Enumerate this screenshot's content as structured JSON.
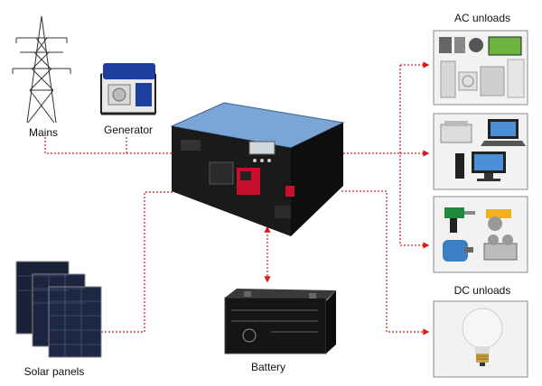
{
  "labels": {
    "mains": "Mains",
    "generator": "Generator",
    "solar_panels": "Solar panels",
    "battery": "Battery",
    "ac_unloads": "AC unloads",
    "dc_unloads": "DC unloads"
  },
  "colors": {
    "flow_line": "#d21a1a",
    "inverter_top": "#7aa6d6",
    "inverter_body": "#141414",
    "terminal_red": "#c8102e",
    "panel_bg": "#f2f2f2",
    "panel_border": "#8a8a8a",
    "label_text": "#111111"
  },
  "icons": {
    "mains": "power-pylon-icon",
    "generator": "generator-icon",
    "solar": "solar-panels-icon",
    "battery": "battery-icon",
    "inverter": "inverter-icon",
    "ac_home": "home-appliances-icon",
    "ac_office": "office-equipment-icon",
    "ac_tools": "power-tools-icon",
    "dc": "light-bulb-icon"
  }
}
